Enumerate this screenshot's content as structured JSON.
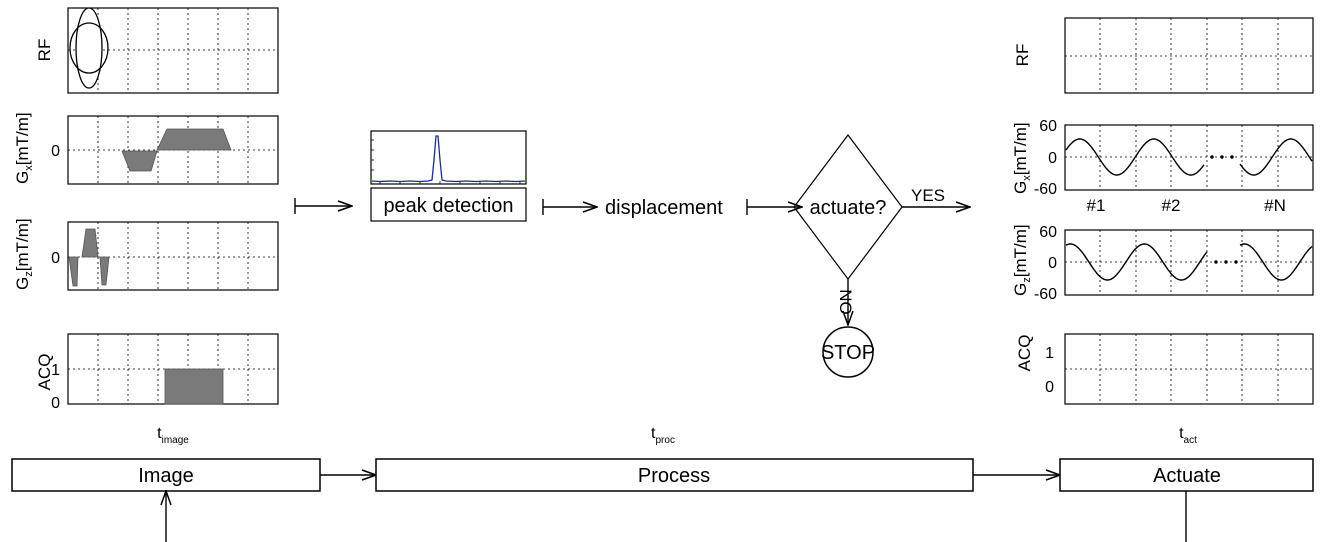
{
  "left_panels": {
    "rf": {
      "ylabel": "RF"
    },
    "gx": {
      "ylabel_main": "G",
      "ylabel_sub": "x",
      "ylabel_unit": "[mT/m]",
      "ytick": "0"
    },
    "gz": {
      "ylabel_main": "G",
      "ylabel_sub": "z",
      "ylabel_unit": "[mT/m]",
      "ytick": "0"
    },
    "acq": {
      "ylabel": "ACQ",
      "ytick_top": "1",
      "ytick_bottom": "0"
    },
    "time_main": "t",
    "time_sub": "image"
  },
  "process": {
    "peak_detection_label": "peak detection",
    "displacement_label": "displacement",
    "decision_label": "actuate?",
    "yes_label": "YES",
    "no_label": "NO",
    "stop_label": "STOP",
    "time_main": "t",
    "time_sub": "proc",
    "spectrum_color": "#1a2aa0"
  },
  "right_panels": {
    "rf": {
      "ylabel": "RF"
    },
    "gx": {
      "ylabel_main": "G",
      "ylabel_sub": "x",
      "ylabel_unit": "[mT/m]",
      "ytick_top": "60",
      "ytick_mid": "0",
      "ytick_bottom": "-60",
      "pulse_labels": [
        "#1",
        "#2",
        "#N"
      ]
    },
    "gz": {
      "ylabel_main": "G",
      "ylabel_sub": "z",
      "ylabel_unit": "[mT/m]",
      "ytick_top": "60",
      "ytick_mid": "0",
      "ytick_bottom": "-60"
    },
    "acq": {
      "ylabel": "ACQ",
      "ytick_top": "1",
      "ytick_bottom": "0"
    },
    "time_main": "t",
    "time_sub": "act"
  },
  "stages": {
    "image": "Image",
    "process": "Process",
    "actuate": "Actuate"
  }
}
